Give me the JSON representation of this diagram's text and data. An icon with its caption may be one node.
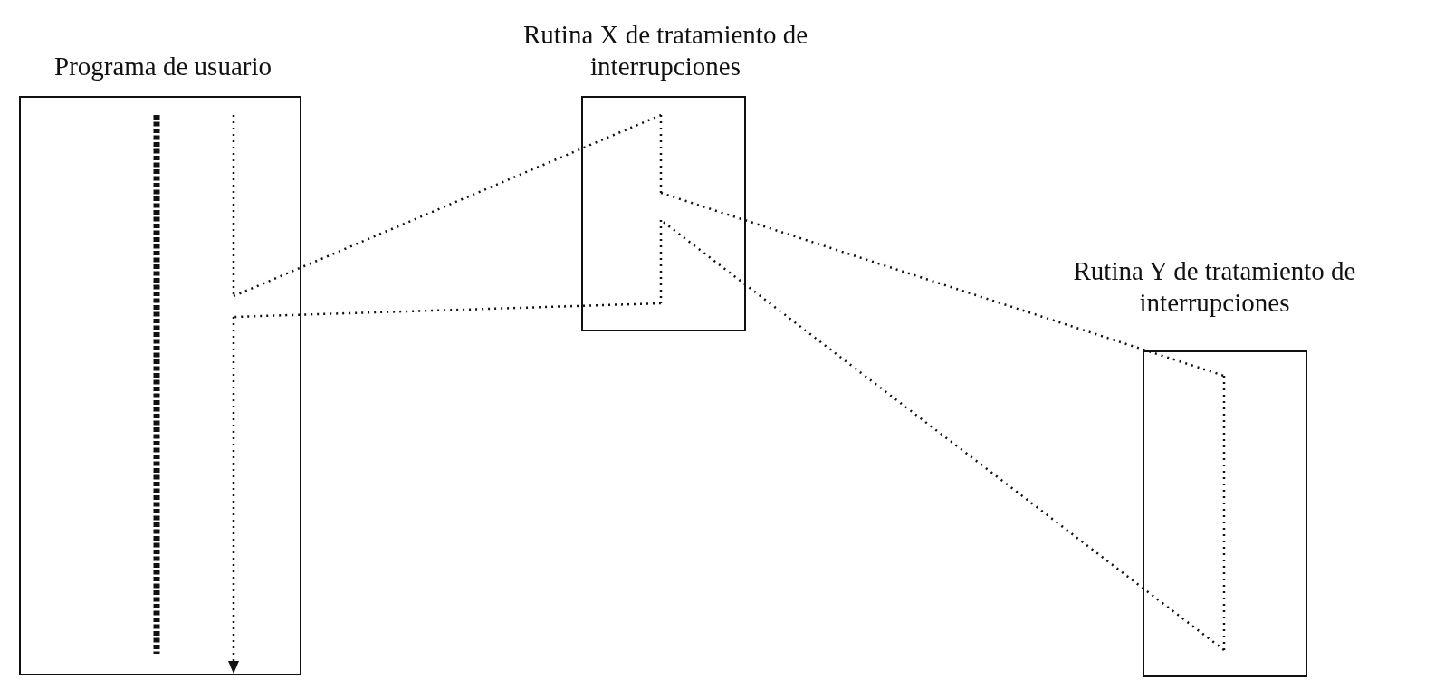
{
  "diagram": {
    "nodes": [
      {
        "text": [
          "Programa de usuario"
        ]
      },
      {
        "text": [
          "Rutina X de tratamiento de interrupciones"
        ]
      },
      {
        "text": [
          "Rutina Y de tratamiento de interrupciones"
        ]
      }
    ],
    "edges": [
      {
        "from": 0,
        "to": 1,
        "arrow": "none",
        "style": "dashed"
      },
      {
        "from": 1,
        "to": 2,
        "arrow": "none",
        "style": "dashed"
      },
      {
        "from": 2,
        "to": 1,
        "arrow": "none",
        "style": "dashed"
      },
      {
        "from": 1,
        "to": 0,
        "arrow": "none",
        "style": "dashed"
      }
    ]
  }
}
